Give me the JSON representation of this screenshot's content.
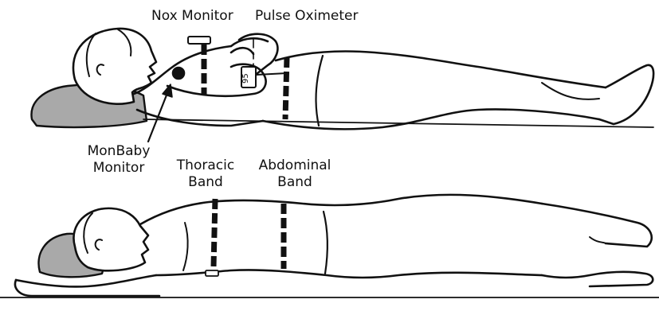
{
  "labels": {
    "nox_monitor": "Nox Monitor",
    "pulse_oximeter": "Pulse Oximeter",
    "monbaby": [
      "MonBaby",
      "Monitor"
    ],
    "thoracic_band": [
      "Thoracic",
      "Band"
    ],
    "abdominal_band": [
      "Abdominal",
      "Band"
    ],
    "oximeter_reading": "95"
  },
  "colors": {
    "outline": "#111111",
    "pillow": "#a9a9a9",
    "band": "#111111",
    "background": "#ffffff"
  }
}
